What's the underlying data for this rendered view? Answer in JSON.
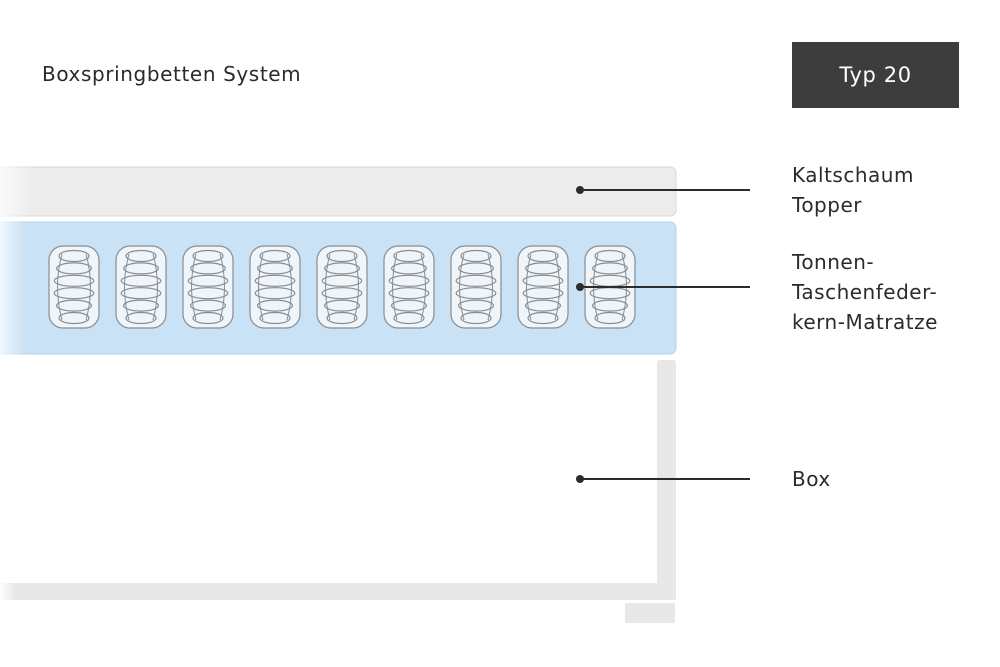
{
  "header": {
    "title": "Boxspringbetten System",
    "badge": "Typ 20"
  },
  "layers": [
    {
      "id": "topper",
      "lines": [
        "Kaltschaum",
        "Topper"
      ]
    },
    {
      "id": "matratze",
      "lines": [
        "Tonnen-",
        "Taschenfeder-",
        "kern-Matratze"
      ]
    },
    {
      "id": "box",
      "lines": [
        "Box"
      ]
    }
  ],
  "colors": {
    "badge_bg": "#3d3d3d",
    "topper_fill": "#ececec",
    "matratze_fill": "#c9e2f5",
    "box_frame": "#e8e8e8",
    "spring_stroke": "#8c8c8c",
    "leader_line": "#2b2b2b"
  },
  "spring_count": 9
}
